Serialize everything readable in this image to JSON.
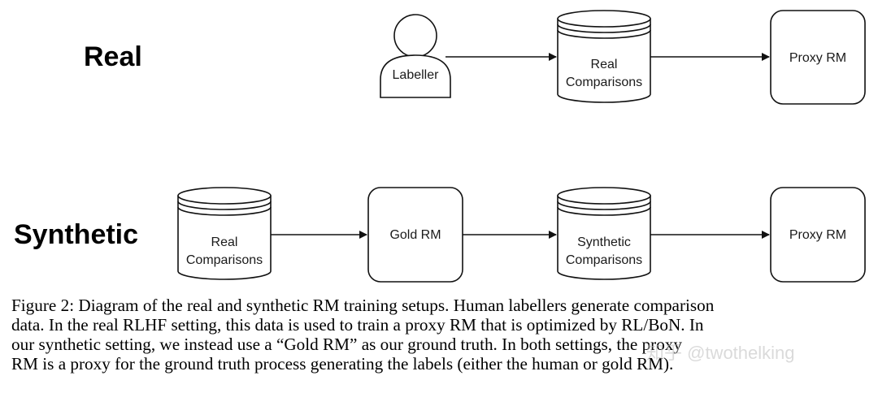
{
  "rows": {
    "real": {
      "label": "Real"
    },
    "synthetic": {
      "label": "Synthetic"
    }
  },
  "nodes": {
    "labeller": {
      "label": "Labeller"
    },
    "real_comparisons_top": {
      "line1": "Real",
      "line2": "Comparisons"
    },
    "proxy_rm_top": {
      "label": "Proxy RM"
    },
    "real_comparisons_bottom": {
      "line1": "Real",
      "line2": "Comparisons"
    },
    "gold_rm": {
      "label": "Gold RM"
    },
    "synthetic_comparisons": {
      "line1": "Synthetic",
      "line2": "Comparisons"
    },
    "proxy_rm_bottom": {
      "label": "Proxy RM"
    }
  },
  "caption": {
    "lines": [
      "Figure 2: Diagram of the real and synthetic RM training setups. Human labellers generate comparison",
      "data. In the real RLHF setting, this data is used to train a proxy RM that is optimized by RL/BoN. In",
      "our synthetic setting, we instead use a “Gold RM” as our ground truth. In both settings, the proxy",
      "RM is a proxy for the ground truth process generating the labels (either the human or gold RM)."
    ]
  },
  "watermark": {
    "text": "知乎 @twothelking"
  }
}
